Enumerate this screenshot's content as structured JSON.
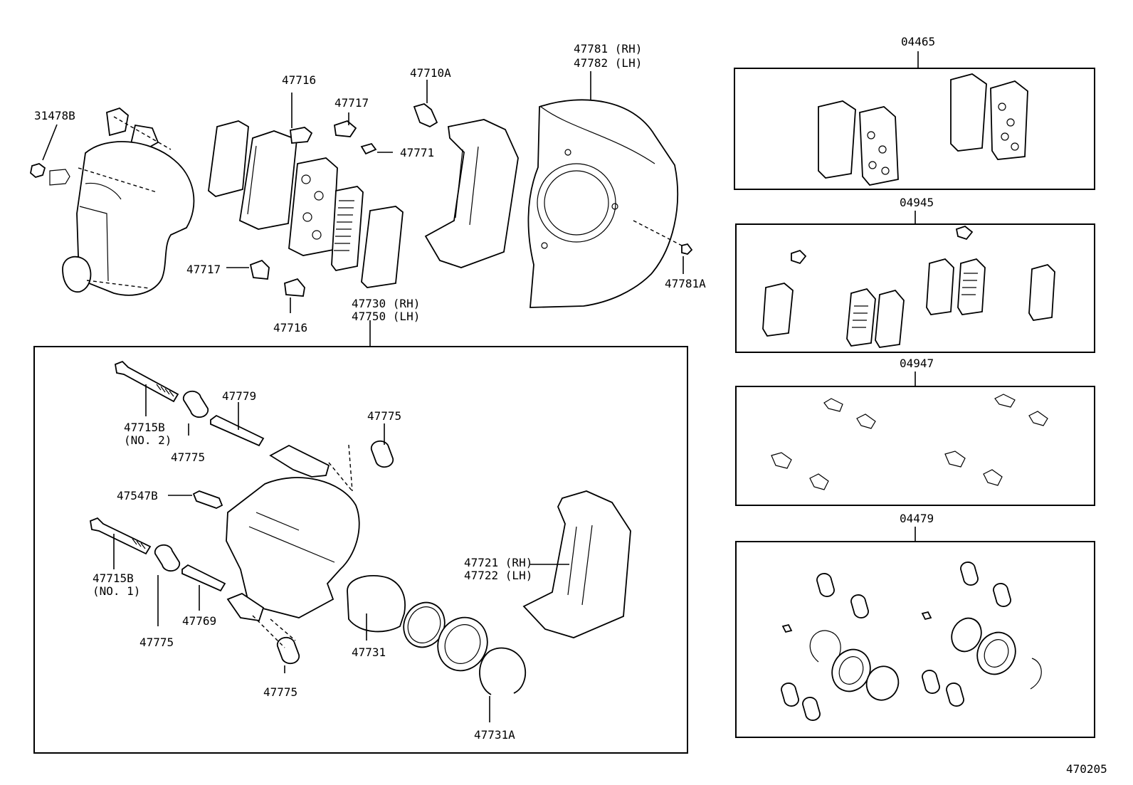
{
  "diagram": {
    "labels": {
      "l31478b": "31478B",
      "l47716a": "47716",
      "l47717a": "47717",
      "l47710a": "47710A",
      "l47771": "47771",
      "l47781rh": "47781 (RH)",
      "l47782lh": "47782 (LH)",
      "l47717b": "47717",
      "l47716b": "47716",
      "l47730rh": "47730 (RH)",
      "l47750lh": "47750 (LH)",
      "l47781a": "47781A",
      "l47715b2": "47715B",
      "l47715b2sub": "(NO. 2)",
      "l47775a": "47775",
      "l47779": "47779",
      "l47775b": "47775",
      "l47547b": "47547B",
      "l47715b1": "47715B",
      "l47715b1sub": "(NO. 1)",
      "l47769": "47769",
      "l47775c": "47775",
      "l47775d": "47775",
      "l47731": "47731",
      "l47731a": "47731A",
      "l47721rh": "47721 (RH)",
      "l47722lh": "47722 (LH)"
    },
    "kits": {
      "k04465": "04465",
      "k04945": "04945",
      "k04947": "04947",
      "k04479": "04479"
    },
    "figure_number": "470205"
  }
}
